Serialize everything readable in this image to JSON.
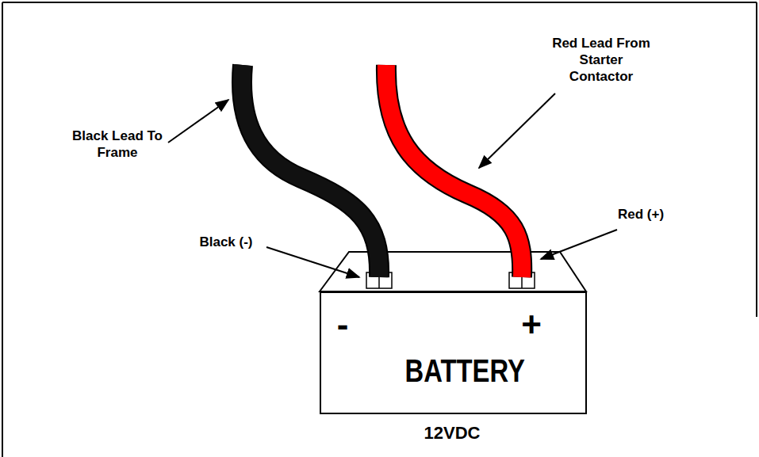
{
  "diagram": {
    "nodes": [
      {
        "text": [
          "-",
          "+",
          "BATTERY",
          "12VDC"
        ]
      }
    ],
    "labels": [
      "Black Lead To Frame",
      "Red Lead From Starter Contactor",
      "Red (+)",
      "Black (-)"
    ]
  }
}
